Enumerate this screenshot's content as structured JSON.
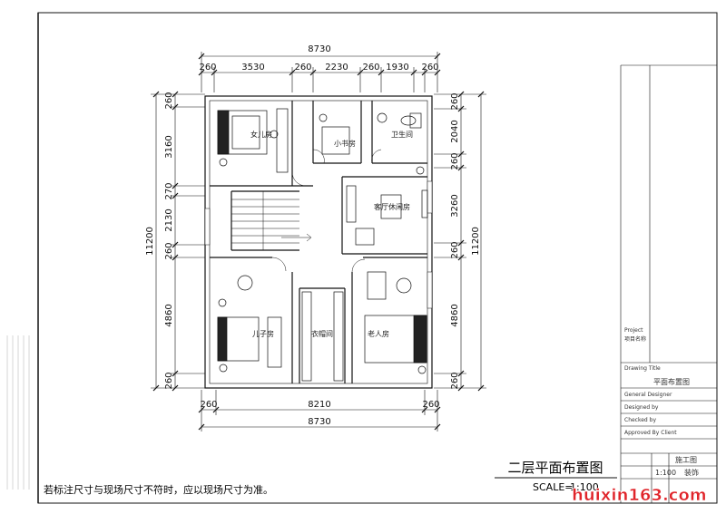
{
  "dimensions": {
    "top_overall": "8730",
    "top_segments": [
      "260",
      "3530",
      "260",
      "2230",
      "260",
      "1930",
      "260"
    ],
    "bottom_segments": [
      "260",
      "8210",
      "260"
    ],
    "bottom_overall": "8730",
    "left_overall": "11200",
    "left_segments": [
      "260",
      "3160",
      "270",
      "2130",
      "260",
      "4860",
      "260"
    ],
    "right_overall": "11200",
    "right_segments": [
      "260",
      "2040",
      "260",
      "3260",
      "260",
      "4860",
      "260"
    ]
  },
  "rooms": {
    "daughter_room": "女儿房",
    "small_study": "小书房",
    "toilet": "卫生间",
    "guest_leisure": "客厅休闲房",
    "son_room": "儿子房",
    "cloakroom": "衣帽间",
    "elder_room": "老人房"
  },
  "drawing_title": "二层平面布置图",
  "scale_label": "SCALE=",
  "scale_value": "1:100",
  "note": "若标注尺寸与现场尺寸不符时，应以现场尺寸为准。",
  "watermark": "huixin163.com",
  "title_block": {
    "project_label": "Project",
    "project_value": "项目名称",
    "drawing_title_label": "Drawing Title",
    "drawing_title_value": "平面布置图",
    "general_designer_label": "General Designer",
    "designed_by_label": "Designed by",
    "checked_by_label": "Checked by",
    "approved_by_label": "Approved By Client",
    "job_no_value": "施工图",
    "scale_value": "1:100",
    "discipline_value": "装饰"
  }
}
